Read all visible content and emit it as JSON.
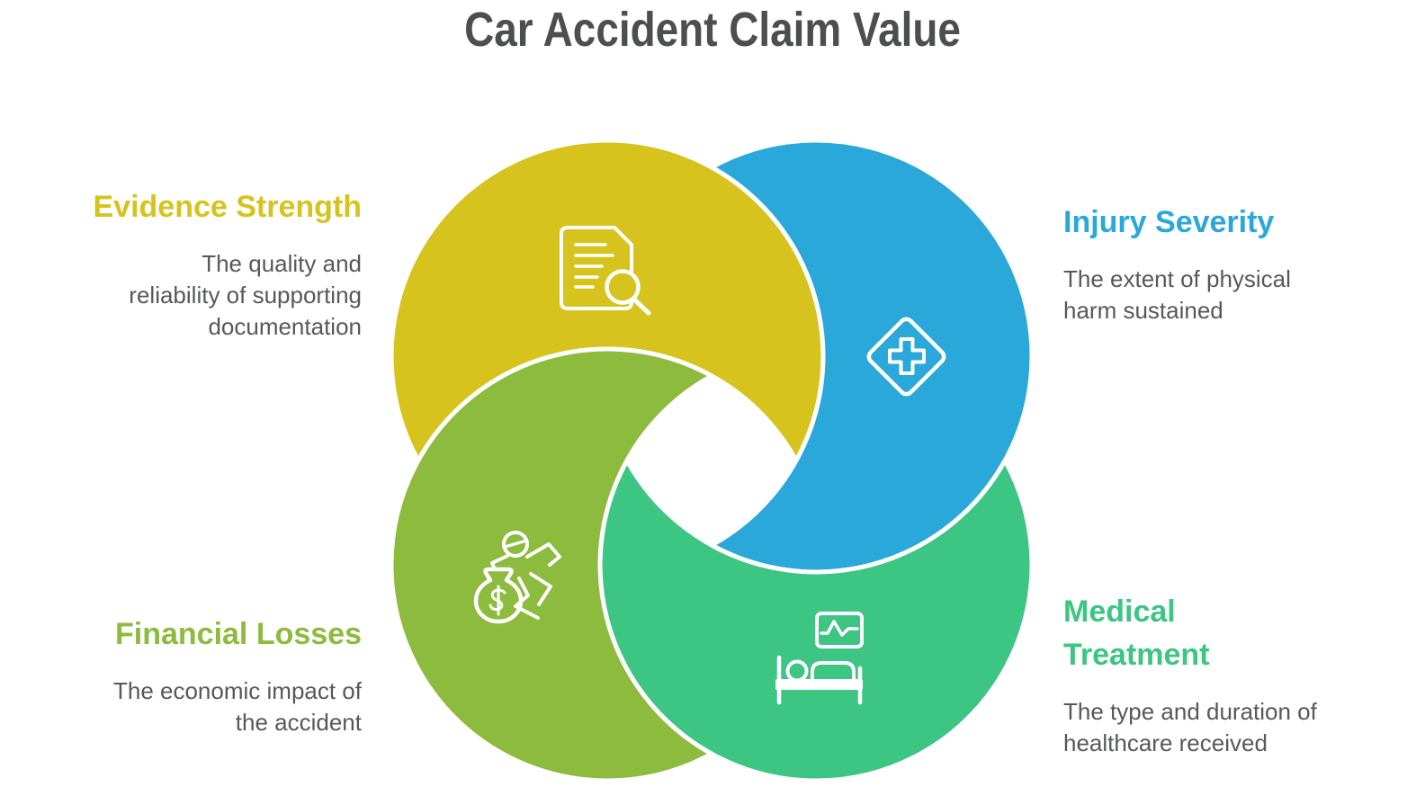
{
  "title": "Car Accident Claim Value",
  "heading_color": "#4d4e50",
  "body_text_color": "#57585b",
  "background_color": "#ffffff",
  "outline_color": "#ffffff",
  "factors": {
    "evidence": {
      "label": "Evidence Strength",
      "description": "The quality and\nreliability of supporting\ndocumentation",
      "color": "#d6c31d",
      "icon": "document-search-icon",
      "position": "top-left"
    },
    "injury": {
      "label": "Injury Severity",
      "description": "The extent of physical\nharm sustained",
      "color": "#29a8d9",
      "icon": "medical-cross-diamond-icon",
      "position": "top-right"
    },
    "financial": {
      "label": "Financial Losses",
      "description": "The economic impact of\nthe accident",
      "color": "#8cbb3e",
      "icon": "money-loss-icon",
      "position": "bottom-left"
    },
    "medical": {
      "label": "Medical Treatment",
      "description": "The type and duration of\nhealthcare received",
      "color": "#3dc584",
      "icon": "hospital-bed-icon",
      "position": "bottom-right"
    }
  }
}
